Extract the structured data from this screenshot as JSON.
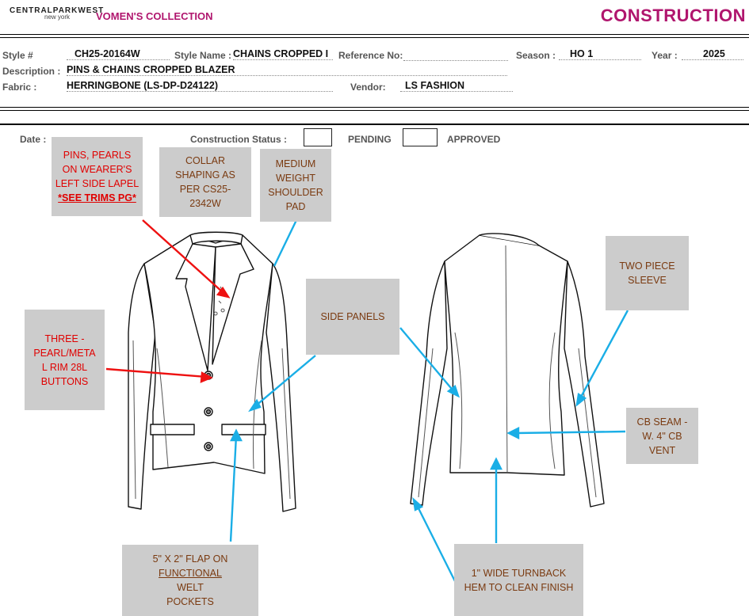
{
  "header": {
    "brand": "CENTRALPARKWEST",
    "brand_sub": "new york",
    "collection": "VOMEN'S COLLECTION",
    "title": "CONSTRUCTION"
  },
  "fields": {
    "style_no_label": "Style #",
    "style_no": "CH25-20164W",
    "style_name_label": "Style Name :",
    "style_name": "CHAINS CROPPED I",
    "reference_label": "Reference No:",
    "reference": "",
    "season_label": "Season :",
    "season": "HO 1",
    "year_label": "Year :",
    "year": "2025",
    "description_label": "Description :",
    "description": "PINS & CHAINS CROPPED BLAZER",
    "fabric_label": "Fabric :",
    "fabric": "HERRINGBONE (LS-DP-D24122)",
    "vendor_label": "Vendor:",
    "vendor": "LS FASHION"
  },
  "status": {
    "date_label": "Date :",
    "status_label": "Construction Status :",
    "pending": "PENDING",
    "approved": "APPROVED"
  },
  "callouts": {
    "pins_l1": "PINS, PEARLS",
    "pins_l2": "ON WEARER'S",
    "pins_l3": "LEFT SIDE LAPEL",
    "pins_l4": "*SEE TRIMS PG*",
    "collar_l1": "COLLAR",
    "collar_l2": "SHAPING AS",
    "collar_l3": "PER CS25-",
    "collar_l4": "2342W",
    "pad_l1": "MEDIUM",
    "pad_l2": "WEIGHT",
    "pad_l3": "SHOULDER",
    "pad_l4": "PAD",
    "buttons_l1": "THREE -",
    "buttons_l2": "PEARL/META",
    "buttons_l3": "L RIM 28L",
    "buttons_l4": "BUTTONS",
    "side_panels": "SIDE PANELS",
    "sleeve_l1": "TWO PIECE",
    "sleeve_l2": "SLEEVE",
    "cb_l1": "CB SEAM -",
    "cb_l2": "W. 4\" CB",
    "cb_l3": "VENT",
    "flap_l1": "5\" X 2\" FLAP ON",
    "flap_l2a": "FUNCTIONAL",
    "flap_l2b": " WELT",
    "flap_l3": "POCKETS",
    "hem_l1": "1\" WIDE TURNBACK",
    "hem_l2": "HEM TO CLEAN FINISH"
  },
  "colors": {
    "brand_magenta": "#b0166e",
    "arrow_blue": "#1aaee6",
    "arrow_red": "#ee1111",
    "callout_bg": "#cccccc",
    "callout_text": "#7a3a10"
  }
}
